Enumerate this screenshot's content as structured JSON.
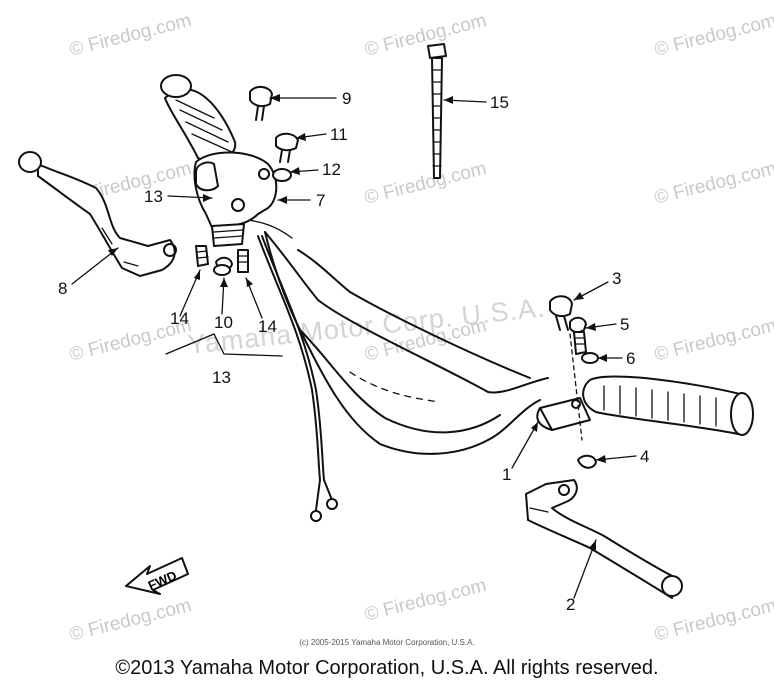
{
  "watermarks": [
    "© Firedog.com",
    "© Firedog.com",
    "© Firedog.com",
    "© Firedog.com",
    "© Firedog.com",
    "© Firedog.com",
    "© Firedog.com",
    "© Firedog.com",
    "© Firedog.com",
    "© Firedog.com",
    "© Firedog.com",
    "© Firedog.com"
  ],
  "watermark_big": "Yamaha Motor Corp. U.S.A.",
  "callouts": [
    "9",
    "11",
    "12",
    "13",
    "7",
    "15",
    "8",
    "14",
    "10",
    "14",
    "13",
    "3",
    "5",
    "6",
    "1",
    "4",
    "2"
  ],
  "fwd_label": "FWD",
  "footer_small": "(c) 2005-2015 Yamaha Motor Corporation, U.S.A.",
  "footer": "©2013 Yamaha Motor Corporation, U.S.A. All rights reserved."
}
